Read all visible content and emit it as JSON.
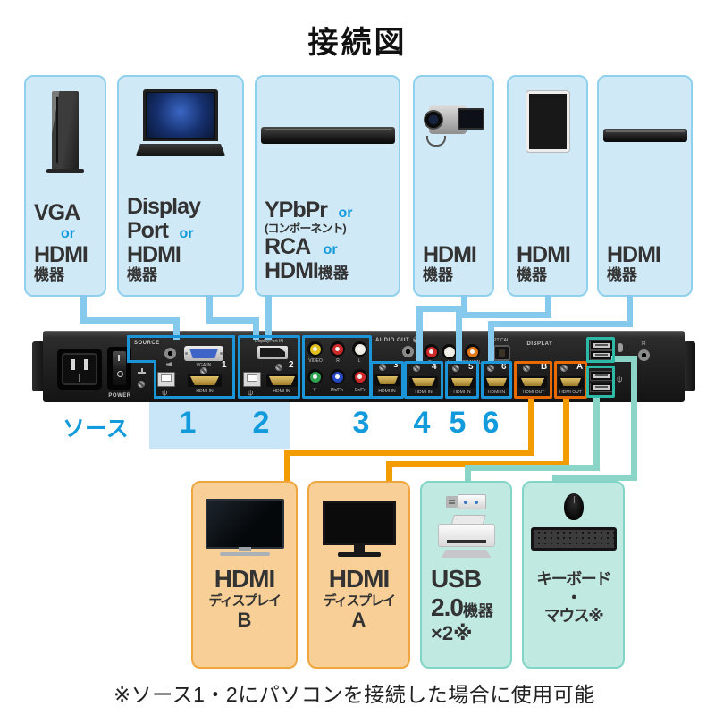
{
  "title": "接続図",
  "source_boxes": [
    {
      "device": "desktop-pc",
      "line1": "VGA",
      "or1": "or",
      "line2": "HDMI",
      "sub": "機器"
    },
    {
      "device": "laptop",
      "line1": "Display",
      "line2": "Port",
      "or1": "or",
      "line3": "HDMI",
      "sub": "機器"
    },
    {
      "device": "media-player",
      "line1": "YPbPr",
      "or1": "or",
      "paren": "(コンポーネント)",
      "line2": "RCA",
      "or2": "or",
      "line3": "HDMI",
      "sub": "機器"
    },
    {
      "device": "camcorder",
      "line1": "HDMI",
      "sub": "機器"
    },
    {
      "device": "tablet",
      "line1": "HDMI",
      "sub": "機器"
    },
    {
      "device": "bd-player",
      "line1": "HDMI",
      "sub": "機器"
    }
  ],
  "device_panel": {
    "source_label": "SOURCE",
    "power_label": "POWER",
    "audio_out_label": "AUDIO OUT",
    "display_label": "DISPLAY",
    "optical_label": "OPTICAL",
    "coaxial_label": "COAXIAL",
    "ir_label": "IR",
    "ports": {
      "vga": "VGA IN",
      "displayport": "DisplayPort IN",
      "hdmi_in": "HDMI IN",
      "hdmi_out": "HDMI OUT",
      "video": "VIDEO",
      "r": "R",
      "l": "L",
      "y": "Y",
      "pbcb": "Pb/Cb",
      "prcr": "Pr/Cr"
    },
    "input_numbers": [
      "1",
      "2",
      "3",
      "4",
      "5",
      "6"
    ],
    "output_letters": {
      "b": "B",
      "a": "A"
    }
  },
  "source_row": {
    "label": "ソース",
    "numbers": [
      "1",
      "2",
      "3",
      "4",
      "5",
      "6"
    ]
  },
  "output_boxes": {
    "display_b": {
      "line1": "HDMI",
      "line2": "ディスプレイ",
      "line3": "B"
    },
    "display_a": {
      "line1": "HDMI",
      "line2": "ディスプレイ",
      "line3": "A"
    },
    "usb": {
      "line1": "USB",
      "big2": "2.0",
      "small2": "機器",
      "line3": "×2※"
    },
    "keyboard_mouse": {
      "line1": "キーボード",
      "dot": "・",
      "line3": "マウス※"
    }
  },
  "note": "※ソース1・2にパソコンを接続した場合に使用可能",
  "colors": {
    "light_blue_fill": "#d0e9f6",
    "light_blue_border": "#8fd0ee",
    "blue_line": "#85c9ec",
    "blue_text": "#119bdc",
    "highlight_fill": "#c8e6f8",
    "device_section_blue": "#1b95d8",
    "orange_fill": "#f8cf96",
    "orange_border": "#f0a63e",
    "orange_line": "#f39c00",
    "device_section_orange": "#e86a00",
    "teal_fill": "#c0e9e2",
    "teal_border": "#82d5c6",
    "teal_line": "#8ad5c8",
    "device_section_teal": "#2db9a8",
    "device_body": "#1f1f1f",
    "text_dark": "#333333"
  }
}
